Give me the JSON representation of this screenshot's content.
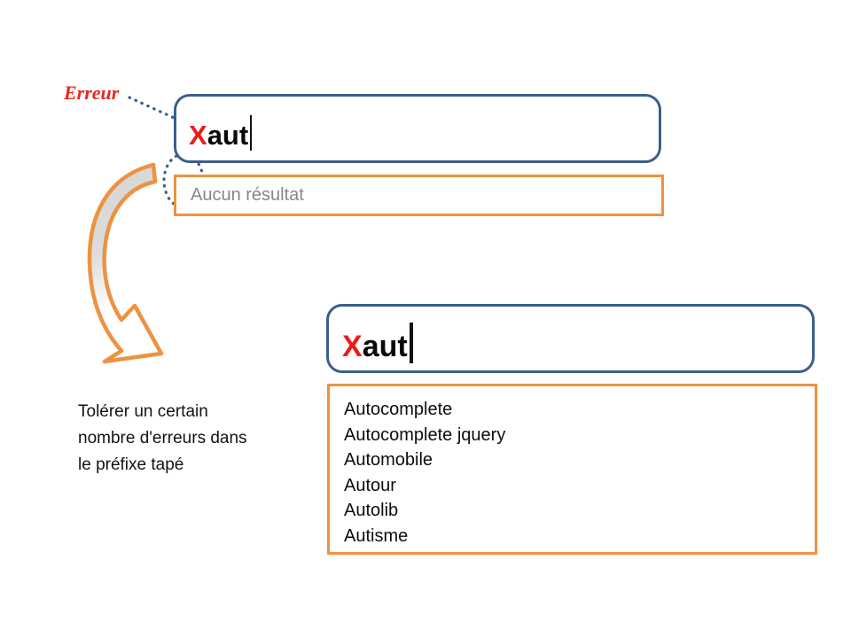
{
  "slide": {
    "background_color": "#FFFFFF",
    "accent_orange": "#ED9242",
    "accent_blue": "#3A5F8A",
    "error_red": "#EE1B19",
    "placeholder_gray": "#878787"
  },
  "error_callout": {
    "label": "Erreur",
    "leader_style": "dotted",
    "leader_color": "#3A5F8A",
    "highlight_shape": "dotted-ellipse"
  },
  "scenario_without_tolerance": {
    "search_field": {
      "typo_char": "X",
      "rest_text": "aut",
      "full_value": "Xaut",
      "caret_visible": true
    },
    "result_panel": {
      "empty_message": "Aucun résultat",
      "items": []
    }
  },
  "scenario_with_tolerance": {
    "search_field": {
      "typo_char": "X",
      "rest_text": "aut",
      "full_value": "Xaut",
      "caret_visible": true
    },
    "result_panel": {
      "items": [
        "Autocomplete",
        "Autocomplete jquery",
        "Automobile",
        "Autour",
        "Autolib",
        "Autisme"
      ]
    }
  },
  "transition_arrow": {
    "direction": "curved-down-right",
    "stroke_color": "#ED9242",
    "fill_color": "#D9D9D9"
  },
  "caption": {
    "lines": [
      "Tolérer un certain",
      "nombre d'erreurs dans",
      "le préfixe tapé"
    ],
    "line1": "Tolérer un certain",
    "line2": "nombre d'erreurs dans",
    "line3": "le préfixe tapé"
  }
}
